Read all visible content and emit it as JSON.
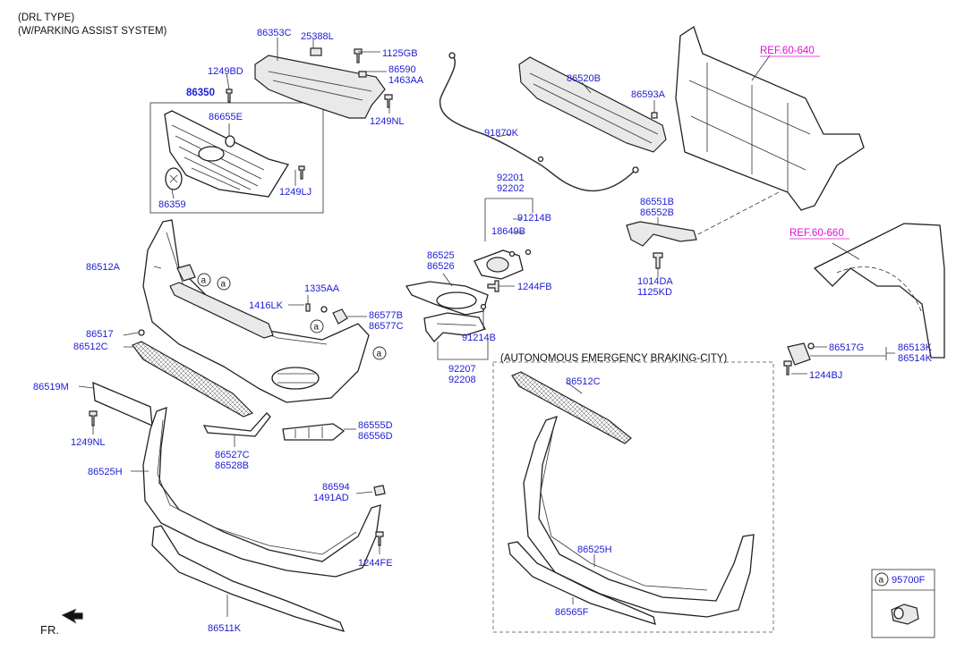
{
  "header": {
    "line1": "(DRL TYPE)",
    "line2": "(W/PARKING ASSIST SYSTEM)"
  },
  "refs": {
    "ref_640": "REF.60-640",
    "ref_660": "REF.60-660"
  },
  "labels": {
    "l86353C": "86353C",
    "l25388L": "25388L",
    "l1125GB": "1125GB",
    "l86590": "86590",
    "l1463AA": "1463AA",
    "l1249BD": "1249BD",
    "l86350": "86350",
    "l86655E": "86655E",
    "l1249NL_top": "1249NL",
    "l1249LJ": "1249LJ",
    "l86359": "86359",
    "l86520B": "86520B",
    "l86593A": "86593A",
    "l91870K": "91870K",
    "l92201": "92201",
    "l92202": "92202",
    "l91214B_top": "91214B",
    "l18649B": "18649B",
    "l86525": "86525",
    "l86526": "86526",
    "l1244FB": "1244FB",
    "l91214B_bot": "91214B",
    "l92207": "92207",
    "l92208": "92208",
    "l86551B": "86551B",
    "l86552B": "86552B",
    "l1014DA": "1014DA",
    "l1125KD": "1125KD",
    "l86512A": "86512A",
    "l1335AA": "1335AA",
    "l1416LK": "1416LK",
    "l86577B": "86577B",
    "l86577C": "86577C",
    "l86517": "86517",
    "l86512C_left": "86512C",
    "l86519M": "86519M",
    "l1249NL_bot": "1249NL",
    "l86555D": "86555D",
    "l86556D": "86556D",
    "l86527C": "86527C",
    "l86528B": "86528B",
    "l86525H_left": "86525H",
    "l86594": "86594",
    "l1491AD": "1491AD",
    "l1244FE": "1244FE",
    "l86511K": "86511K",
    "l86517G": "86517G",
    "l86513K": "86513K",
    "l86514K": "86514K",
    "l1244BJ": "1244BJ",
    "aeb_title": "(AUTONOMOUS EMERGENCY BRAKING-CITY)",
    "l86512C_aeb": "86512C",
    "l86525H_aeb": "86525H",
    "l86565F": "86565F",
    "l95700F": "95700F",
    "fr": "FR."
  },
  "callouts": {
    "a": "a"
  }
}
